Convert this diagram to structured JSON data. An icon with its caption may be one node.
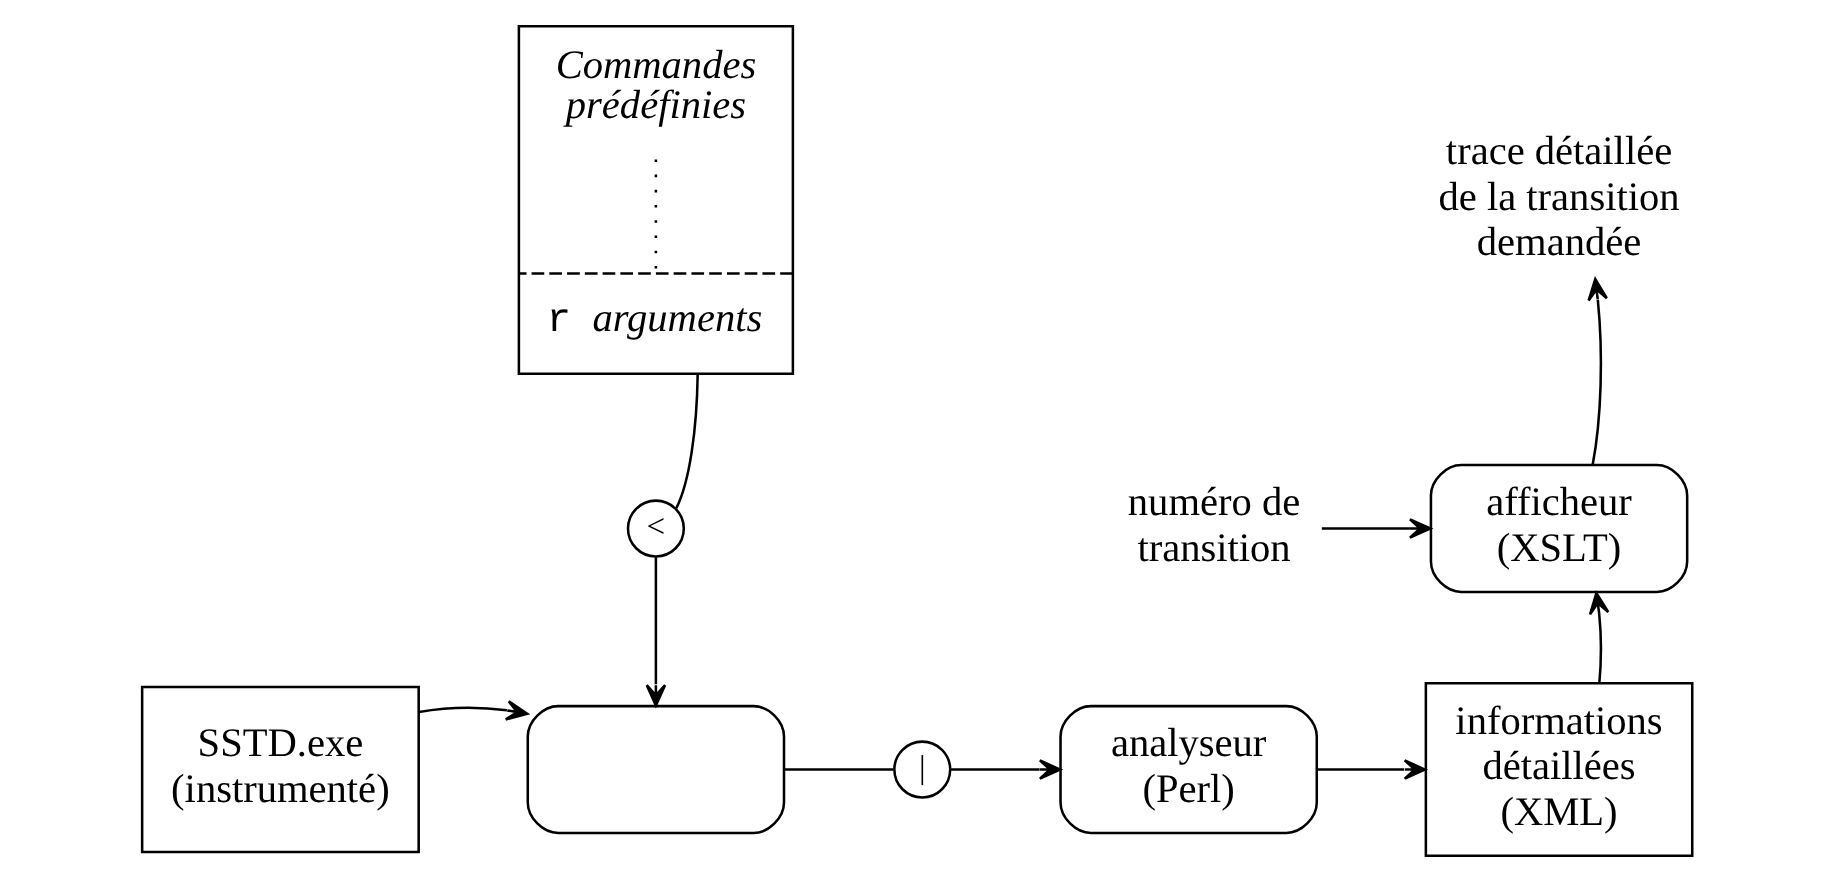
{
  "diagram": {
    "nodes": [
      {
        "text": [
          "Commandes prédéfinies",
          "r arguments"
        ]
      },
      {
        "text": [
          "<"
        ]
      },
      {
        "text": [
          "SSTD.exe (instrumenté)"
        ]
      },
      {
        "text": [],
        "shape": "box"
      },
      {
        "text": [
          "|"
        ]
      },
      {
        "text": [
          "analyseur (Perl)"
        ]
      },
      {
        "text": [
          "informations détaillées (XML)"
        ]
      },
      {
        "text": [
          "numéro de transition"
        ]
      },
      {
        "text": [
          "afficheur (XSLT)"
        ]
      },
      {
        "text": [
          "trace détaillée de la transition demandée"
        ]
      }
    ],
    "edges": [
      {
        "from": 0,
        "to": 1,
        "arrow": "none"
      },
      {
        "from": 1,
        "to": 3,
        "arrow": "to"
      },
      {
        "from": 2,
        "to": 3,
        "arrow": "to"
      },
      {
        "from": 3,
        "to": 4,
        "arrow": "none"
      },
      {
        "from": 4,
        "to": 5,
        "arrow": "to"
      },
      {
        "from": 5,
        "to": 6,
        "arrow": "to"
      },
      {
        "from": 6,
        "to": 8,
        "arrow": "to"
      },
      {
        "from": 7,
        "to": 8,
        "arrow": "to"
      },
      {
        "from": 8,
        "to": 9,
        "arrow": "to"
      }
    ]
  }
}
